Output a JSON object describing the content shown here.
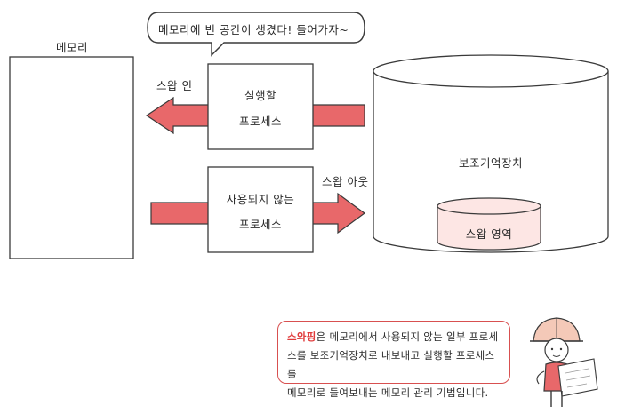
{
  "speech_bubble": "메모리에 빈 공간이 생겼다! 들어가자~",
  "memory": {
    "label": "메모리"
  },
  "storage": {
    "label": "보조기억장치"
  },
  "swap_area": {
    "label": "스왑 영역"
  },
  "swap_in": {
    "label": "스왑 인",
    "process_line1": "실행할",
    "process_line2": "프로세스"
  },
  "swap_out": {
    "label": "스왑 아웃",
    "process_line1": "사용되지 않는",
    "process_line2": "프로세스"
  },
  "note": {
    "highlight": "스와핑",
    "line1_rest": "은 메모리에서 사용되지 않는 일부 프로세",
    "line2": "스를 보조기억장치로 내보내고 실행할 프로세스를",
    "line3": "메모리로 들여보내는 메모리 관리 기법입니다."
  },
  "colors": {
    "arrow_fill": "#e8686a",
    "swap_area_fill": "#fde6e4",
    "note_border": "#d85050",
    "highlight": "#e03b3b"
  }
}
